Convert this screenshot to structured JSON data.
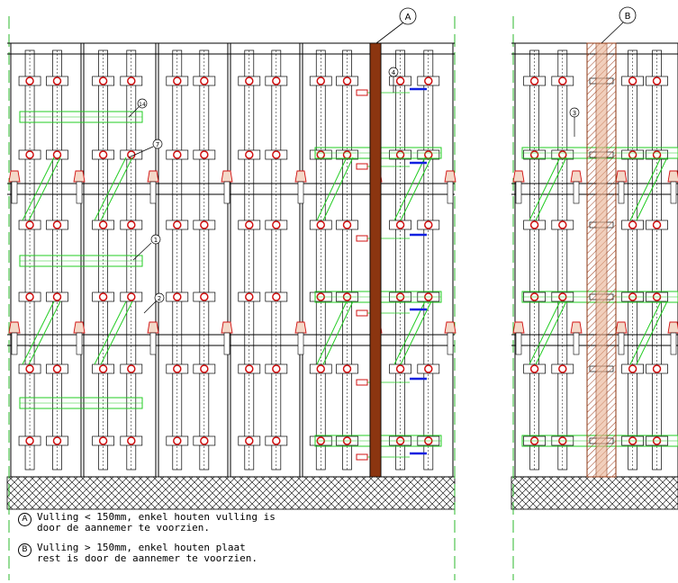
{
  "callouts": {
    "a": "A",
    "b": "B",
    "n1": "1",
    "n2": "2",
    "n3": "3",
    "n4": "4",
    "n7": "7",
    "n14": "14"
  },
  "notes": [
    {
      "letter": "A",
      "line1": "Vulling < 150mm, enkel houten vulling is",
      "line2": "door de aannemer te voorzien."
    },
    {
      "letter": "B",
      "line1": "Vulling > 150mm, enkel houten plaat",
      "line2": "rest is door de aannemer te voorzien."
    }
  ],
  "colors": {
    "outline": "#000000",
    "green": "#22cc22",
    "red": "#d01010",
    "blue": "#1020e0",
    "brown": "#8b3510",
    "hatch_fill": "#e8b090",
    "axis": "#2db82d",
    "clamp_fill": "#f4d8c8"
  }
}
